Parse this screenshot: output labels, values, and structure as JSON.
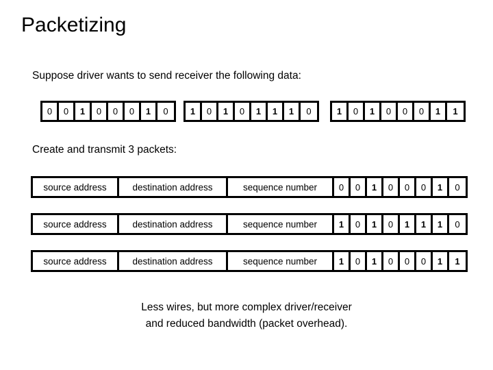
{
  "slide": {
    "title": "Packetizing",
    "intro_line": "Suppose driver wants to send receiver the following data:",
    "packets_line": "Create and transmit 3 packets:",
    "caption_line_1": "Less wires, but more complex driver/receiver",
    "caption_line_2": "and reduced bandwidth (packet overhead)."
  },
  "colors": {
    "background": "#ffffff",
    "foreground": "#000000",
    "border": "#000000"
  },
  "data_groups": [
    {
      "label": "data-group-1",
      "bits": [
        "0",
        "0",
        "1",
        "0",
        "0",
        "0",
        "1",
        "0"
      ]
    },
    {
      "label": "data-group-2",
      "bits": [
        "1",
        "0",
        "1",
        "0",
        "1",
        "1",
        "1",
        "0"
      ]
    },
    {
      "label": "data-group-3",
      "bits": [
        "1",
        "0",
        "1",
        "0",
        "0",
        "0",
        "1",
        "1"
      ]
    }
  ],
  "packet_fields": {
    "source_address": "source address",
    "destination_address": "destination address",
    "sequence_number": "sequence number"
  },
  "packets": [
    {
      "source_address": "source address",
      "destination_address": "destination address",
      "sequence_number": "sequence number",
      "payload_bits": [
        "0",
        "0",
        "1",
        "0",
        "0",
        "0",
        "1",
        "0"
      ]
    },
    {
      "source_address": "source address",
      "destination_address": "destination address",
      "sequence_number": "sequence number",
      "payload_bits": [
        "1",
        "0",
        "1",
        "0",
        "1",
        "1",
        "1",
        "0"
      ]
    },
    {
      "source_address": "source address",
      "destination_address": "destination address",
      "sequence_number": "sequence number",
      "payload_bits": [
        "1",
        "0",
        "1",
        "0",
        "0",
        "0",
        "1",
        "1"
      ]
    }
  ]
}
